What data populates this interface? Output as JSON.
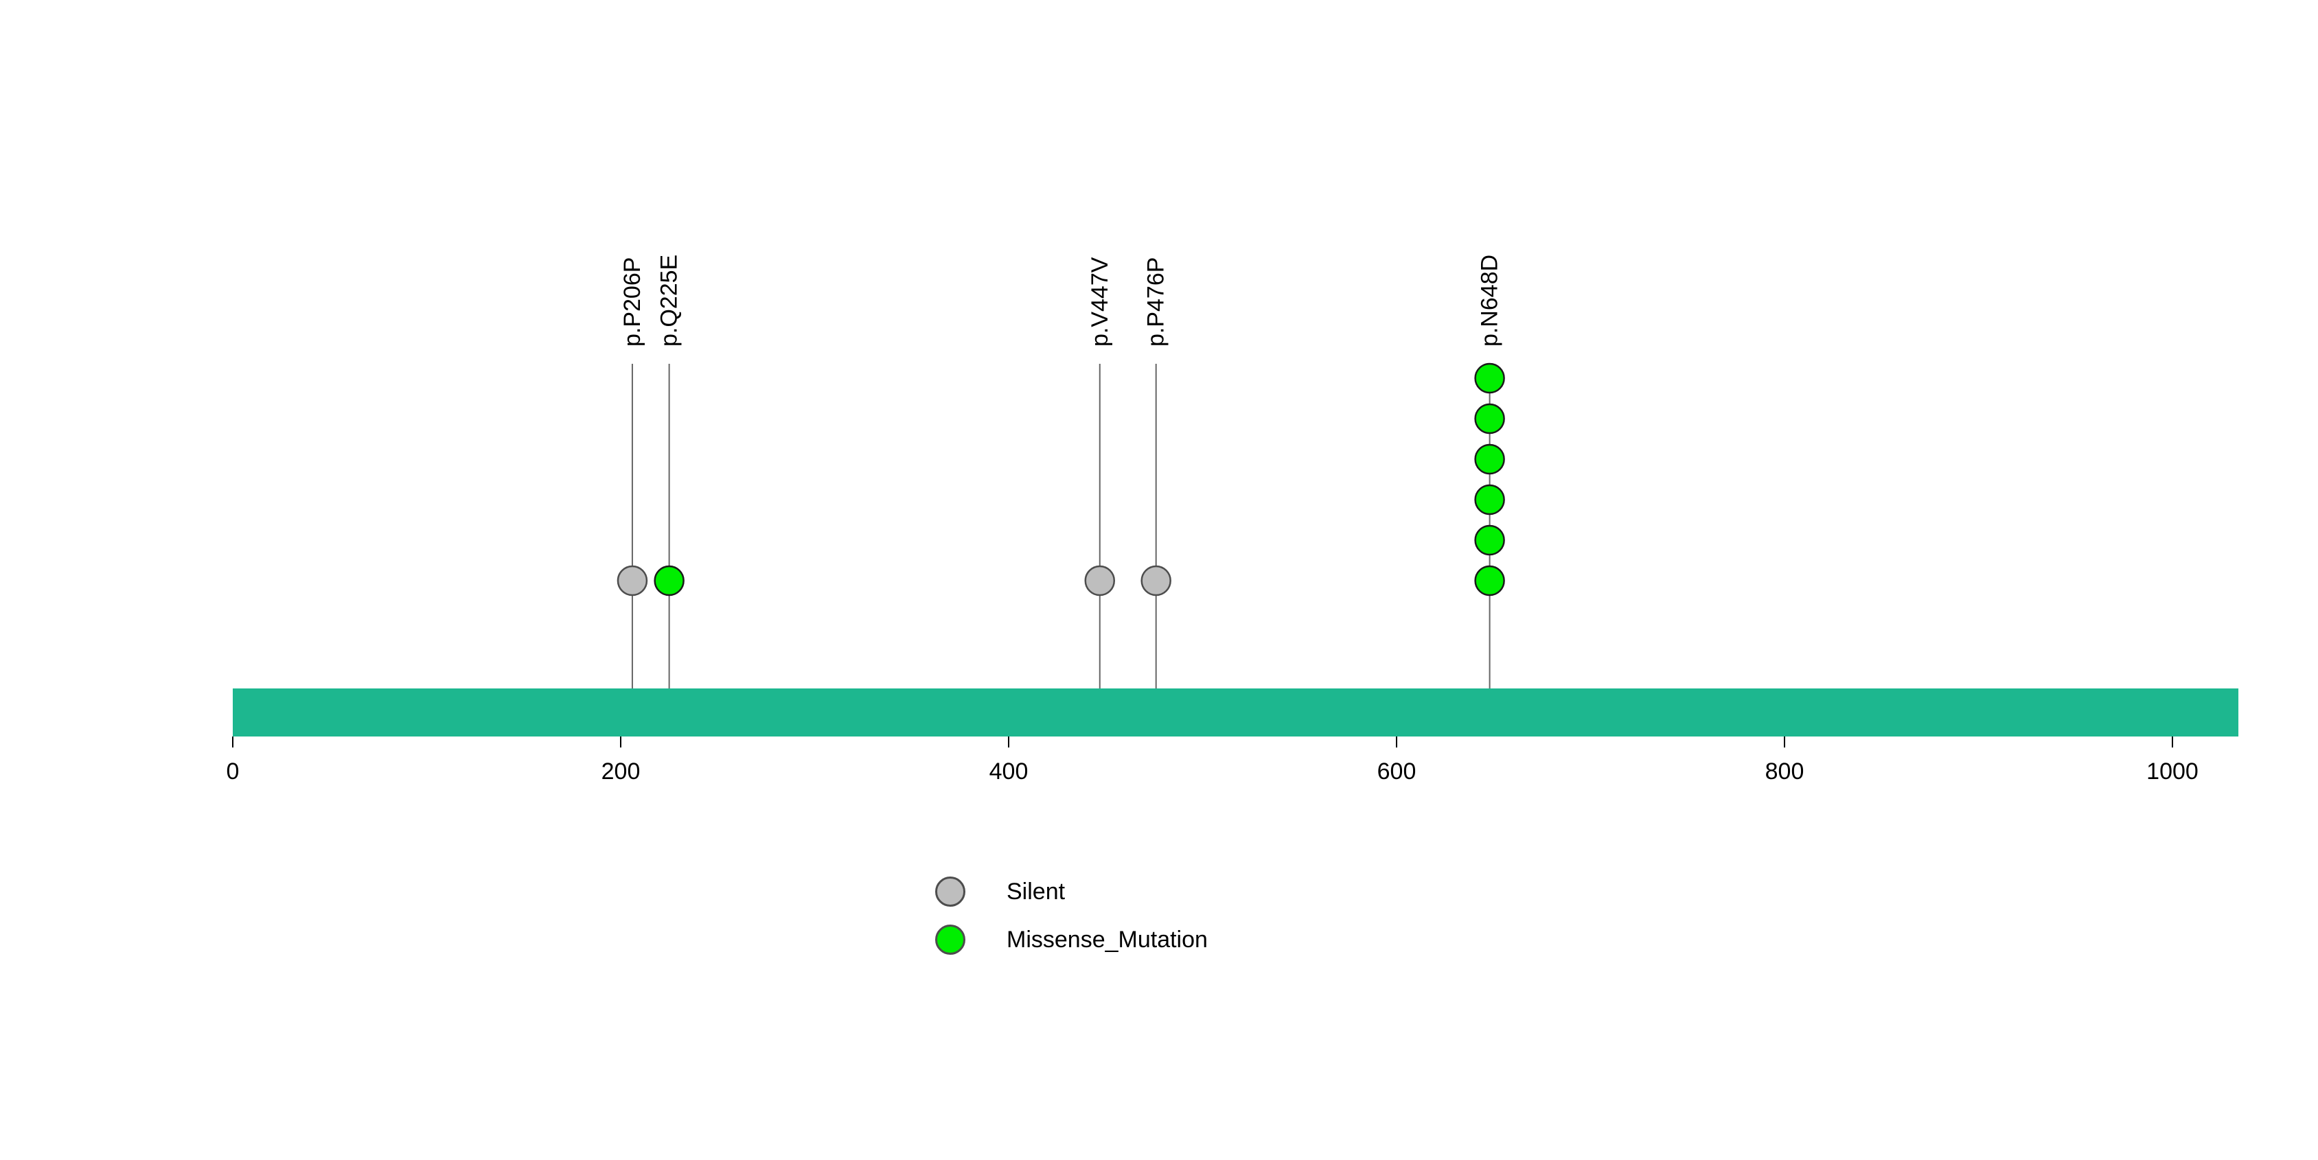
{
  "chart_data": {
    "type": "lollipop",
    "title": "",
    "xlabel": "",
    "ylabel": "",
    "xlim": [
      0,
      1034
    ],
    "xticks": [
      0,
      200,
      400,
      600,
      800,
      1000
    ],
    "grid": false,
    "legend_position": "bottom",
    "protein_bar": {
      "start": 0,
      "end": 1034,
      "color": "#1db78f"
    },
    "mutations": [
      {
        "label": "p.P206P",
        "position": 206,
        "count": 1,
        "type": "Silent"
      },
      {
        "label": "p.Q225E",
        "position": 225,
        "count": 1,
        "type": "Missense_Mutation"
      },
      {
        "label": "p.V447V",
        "position": 447,
        "count": 1,
        "type": "Silent"
      },
      {
        "label": "p.P476P",
        "position": 476,
        "count": 1,
        "type": "Silent"
      },
      {
        "label": "p.N648D",
        "position": 648,
        "count": 6,
        "type": "Missense_Mutation"
      }
    ],
    "mutation_colors": {
      "Silent": "#bebebe",
      "Missense_Mutation": "#00ee00"
    },
    "mutation_stroke_colors": {
      "Silent": "#4d4d4d",
      "Missense_Mutation": "#1a1a1a"
    },
    "legend": [
      {
        "label": "Silent",
        "color": "#bebebe"
      },
      {
        "label": "Missense_Mutation",
        "color": "#00ee00"
      }
    ]
  }
}
